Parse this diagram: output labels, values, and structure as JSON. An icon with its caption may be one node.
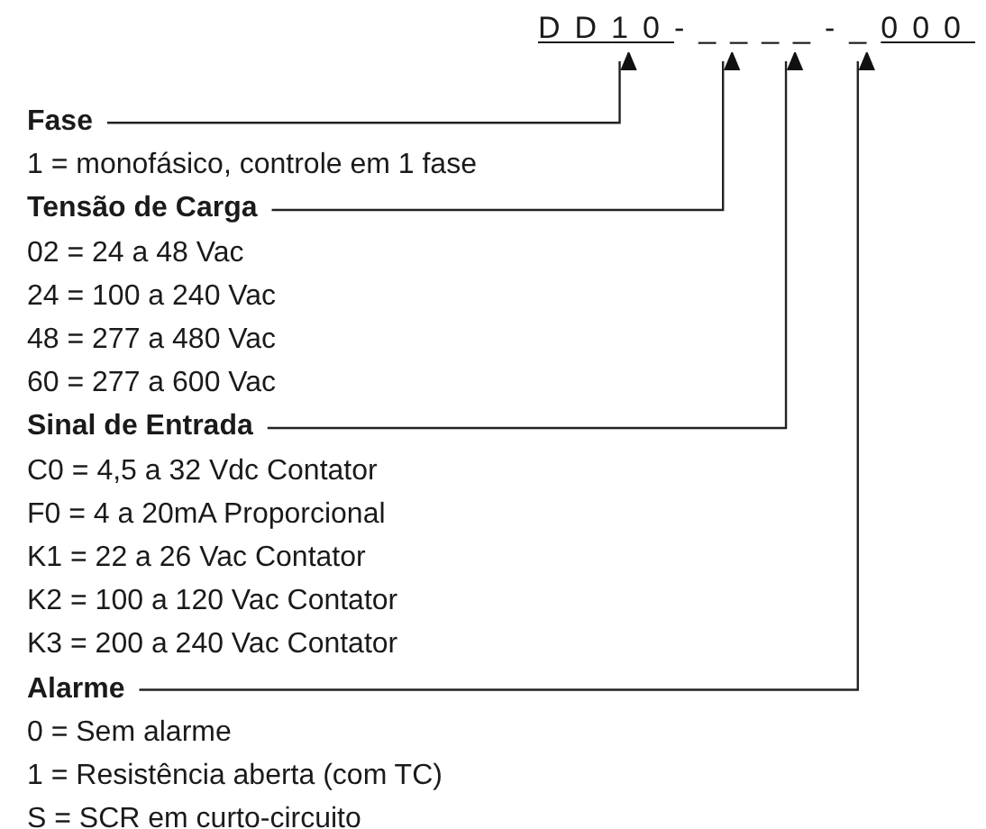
{
  "diagram": {
    "nodes": [
      {
        "text": [
          "1"
        ]
      },
      {
        "text": [
          "__"
        ]
      },
      {
        "text": [
          "__"
        ]
      },
      {
        "text": [
          "_"
        ]
      },
      {
        "text": [
          "Fase"
        ],
        "beside": [
          "1 = monofásico, controle em 1 fase"
        ]
      },
      {
        "text": [
          "Tensão de Carga"
        ],
        "beside": [
          "02 = 24 a 48 Vac",
          "24 = 100 a 240 Vac",
          "48 = 277 a 480 Vac",
          "60 = 277 a 600 Vac"
        ]
      },
      {
        "text": [
          "Sinal de Entrada"
        ],
        "beside": [
          "C0 = 4,5 a 32 Vdc Contator",
          "F0 = 4 a 20mA Proporcional",
          "K1 = 22 a 26 Vac Contator",
          "K2 = 100 a 120 Vac Contator",
          "K3 = 200 a 240 Vac Contator"
        ]
      },
      {
        "text": [
          "Alarme"
        ],
        "beside": [
          "0 = Sem alarme",
          "1 = Resistência aberta (com TC)",
          "S = SCR em curto-circuito"
        ]
      }
    ],
    "edges": [
      {
        "from": 4,
        "to": 0,
        "arrow": "to"
      },
      {
        "from": 5,
        "to": 1,
        "arrow": "to"
      },
      {
        "from": 6,
        "to": 2,
        "arrow": "to"
      },
      {
        "from": 7,
        "to": 3,
        "arrow": "to"
      }
    ],
    "labels": [
      "DD",
      "0",
      "-",
      "-",
      "000"
    ]
  }
}
